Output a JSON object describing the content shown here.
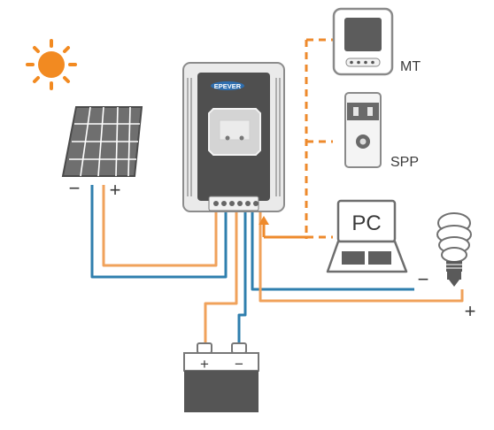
{
  "labels": {
    "brand": "EPEVER",
    "mt": "MT",
    "spp": "SPP",
    "pc": "PC",
    "panel_minus": "−",
    "panel_plus": "+",
    "battery_plus": "+",
    "battery_minus": "−",
    "load_minus": "−",
    "load_plus": "+"
  },
  "colors": {
    "positive_wire": "#f0a25b",
    "negative_wire": "#2f7fae",
    "comm_link": "#ee8a2c",
    "sun": "#f28a21",
    "device_body": "#e7e7e7",
    "device_outline": "#8a8a8a",
    "dark": "#555555"
  },
  "icons": [
    "sun-icon",
    "solar-panel-icon",
    "charge-controller-icon",
    "mt-remote-meter-icon",
    "spp-device-icon",
    "pc-laptop-icon",
    "light-bulb-icon",
    "battery-icon"
  ]
}
